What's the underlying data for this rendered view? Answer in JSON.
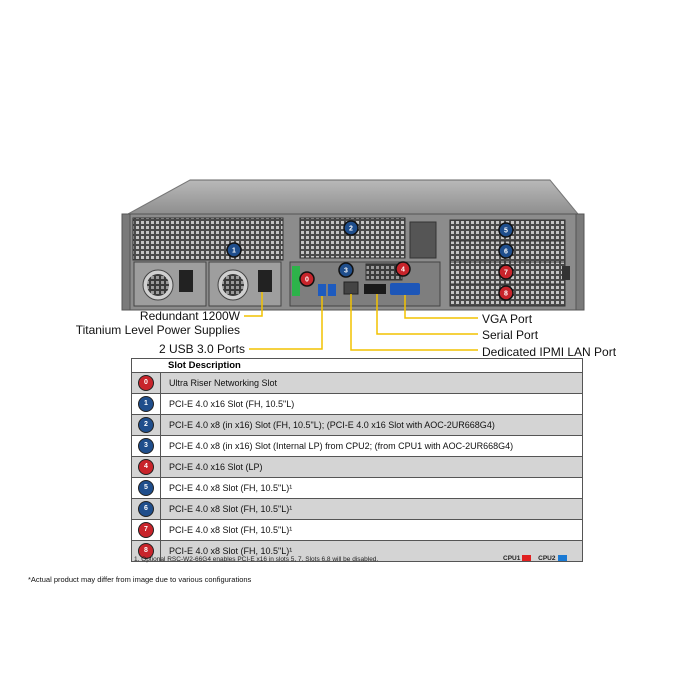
{
  "callouts": {
    "psu_line1": "Redundant 1200W",
    "psu_line2": "Titanium Level Power Supplies",
    "usb": "2 USB 3.0 Ports",
    "vga": "VGA Port",
    "serial": "Serial Port",
    "ipmi": "Dedicated IPMI LAN Port"
  },
  "table": {
    "header": "Slot Description",
    "rows": [
      {
        "num": "0",
        "desc": "Ultra Riser Networking Slot",
        "color": "#c8242b"
      },
      {
        "num": "1",
        "desc": "PCI-E 4.0 x16 Slot (FH, 10.5\"L)",
        "color": "#1f4e8c"
      },
      {
        "num": "2",
        "desc": "PCI-E 4.0 x8 (in x16) Slot (FH, 10.5\"L); (PCI-E 4.0 x16 Slot with AOC-2UR668G4)",
        "color": "#1f4e8c"
      },
      {
        "num": "3",
        "desc": "PCI-E 4.0 x8 (in x16) Slot (Internal LP) from CPU2; (from CPU1 with AOC-2UR668G4)",
        "color": "#1f4e8c"
      },
      {
        "num": "4",
        "desc": "PCI-E 4.0 x16 Slot (LP)",
        "color": "#c8242b"
      },
      {
        "num": "5",
        "desc": "PCI-E 4.0 x8 Slot (FH, 10.5\"L)¹",
        "color": "#1f4e8c"
      },
      {
        "num": "6",
        "desc": "PCI-E 4.0 x8 Slot (FH, 10.5\"L)¹",
        "color": "#1f4e8c"
      },
      {
        "num": "7",
        "desc": "PCI-E 4.0 x8 Slot (FH, 10.5\"L)¹",
        "color": "#c8242b"
      },
      {
        "num": "8",
        "desc": "PCI-E 4.0 x8 Slot (FH, 10.5\"L)¹",
        "color": "#c8242b"
      }
    ]
  },
  "footnote": "1. Optional RSC-W2-66G4 enables PCI-E x16 in slots 5, 7.  Slots 6,8 will be disabled.",
  "cpu_legend": {
    "cpu1": "CPU1",
    "cpu1_color": "#e02020",
    "cpu2": "CPU2",
    "cpu2_color": "#1a7ad4"
  },
  "disclaimer": "*Actual product may differ from image due to various configurations",
  "chassis_badges": [
    {
      "num": "1",
      "color": "#1f4e8c"
    },
    {
      "num": "2",
      "color": "#1f4e8c"
    },
    {
      "num": "0",
      "color": "#c8242b"
    },
    {
      "num": "3",
      "color": "#1f4e8c"
    },
    {
      "num": "4",
      "color": "#c8242b"
    },
    {
      "num": "5",
      "color": "#1f4e8c"
    },
    {
      "num": "6",
      "color": "#1f4e8c"
    },
    {
      "num": "7",
      "color": "#c8242b"
    },
    {
      "num": "8",
      "color": "#c8242b"
    }
  ],
  "colors": {
    "callout_line": "#f2c200"
  }
}
